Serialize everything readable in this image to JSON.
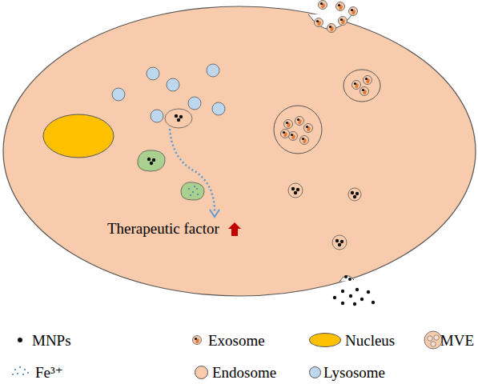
{
  "diagram": {
    "labels": [
      "Therapeutic factor"
    ],
    "legend": [
      {
        "text": "MNPs"
      },
      {
        "text": "Exosome"
      },
      {
        "text": "Nucleus",
        "color": "#FFC000"
      },
      {
        "text": "MVE"
      },
      {
        "text": "Fe³⁺"
      },
      {
        "text": "Endosome",
        "color": "#F8CBAD"
      },
      {
        "text": "Lysosome",
        "color": "#BDD7EE"
      }
    ]
  }
}
